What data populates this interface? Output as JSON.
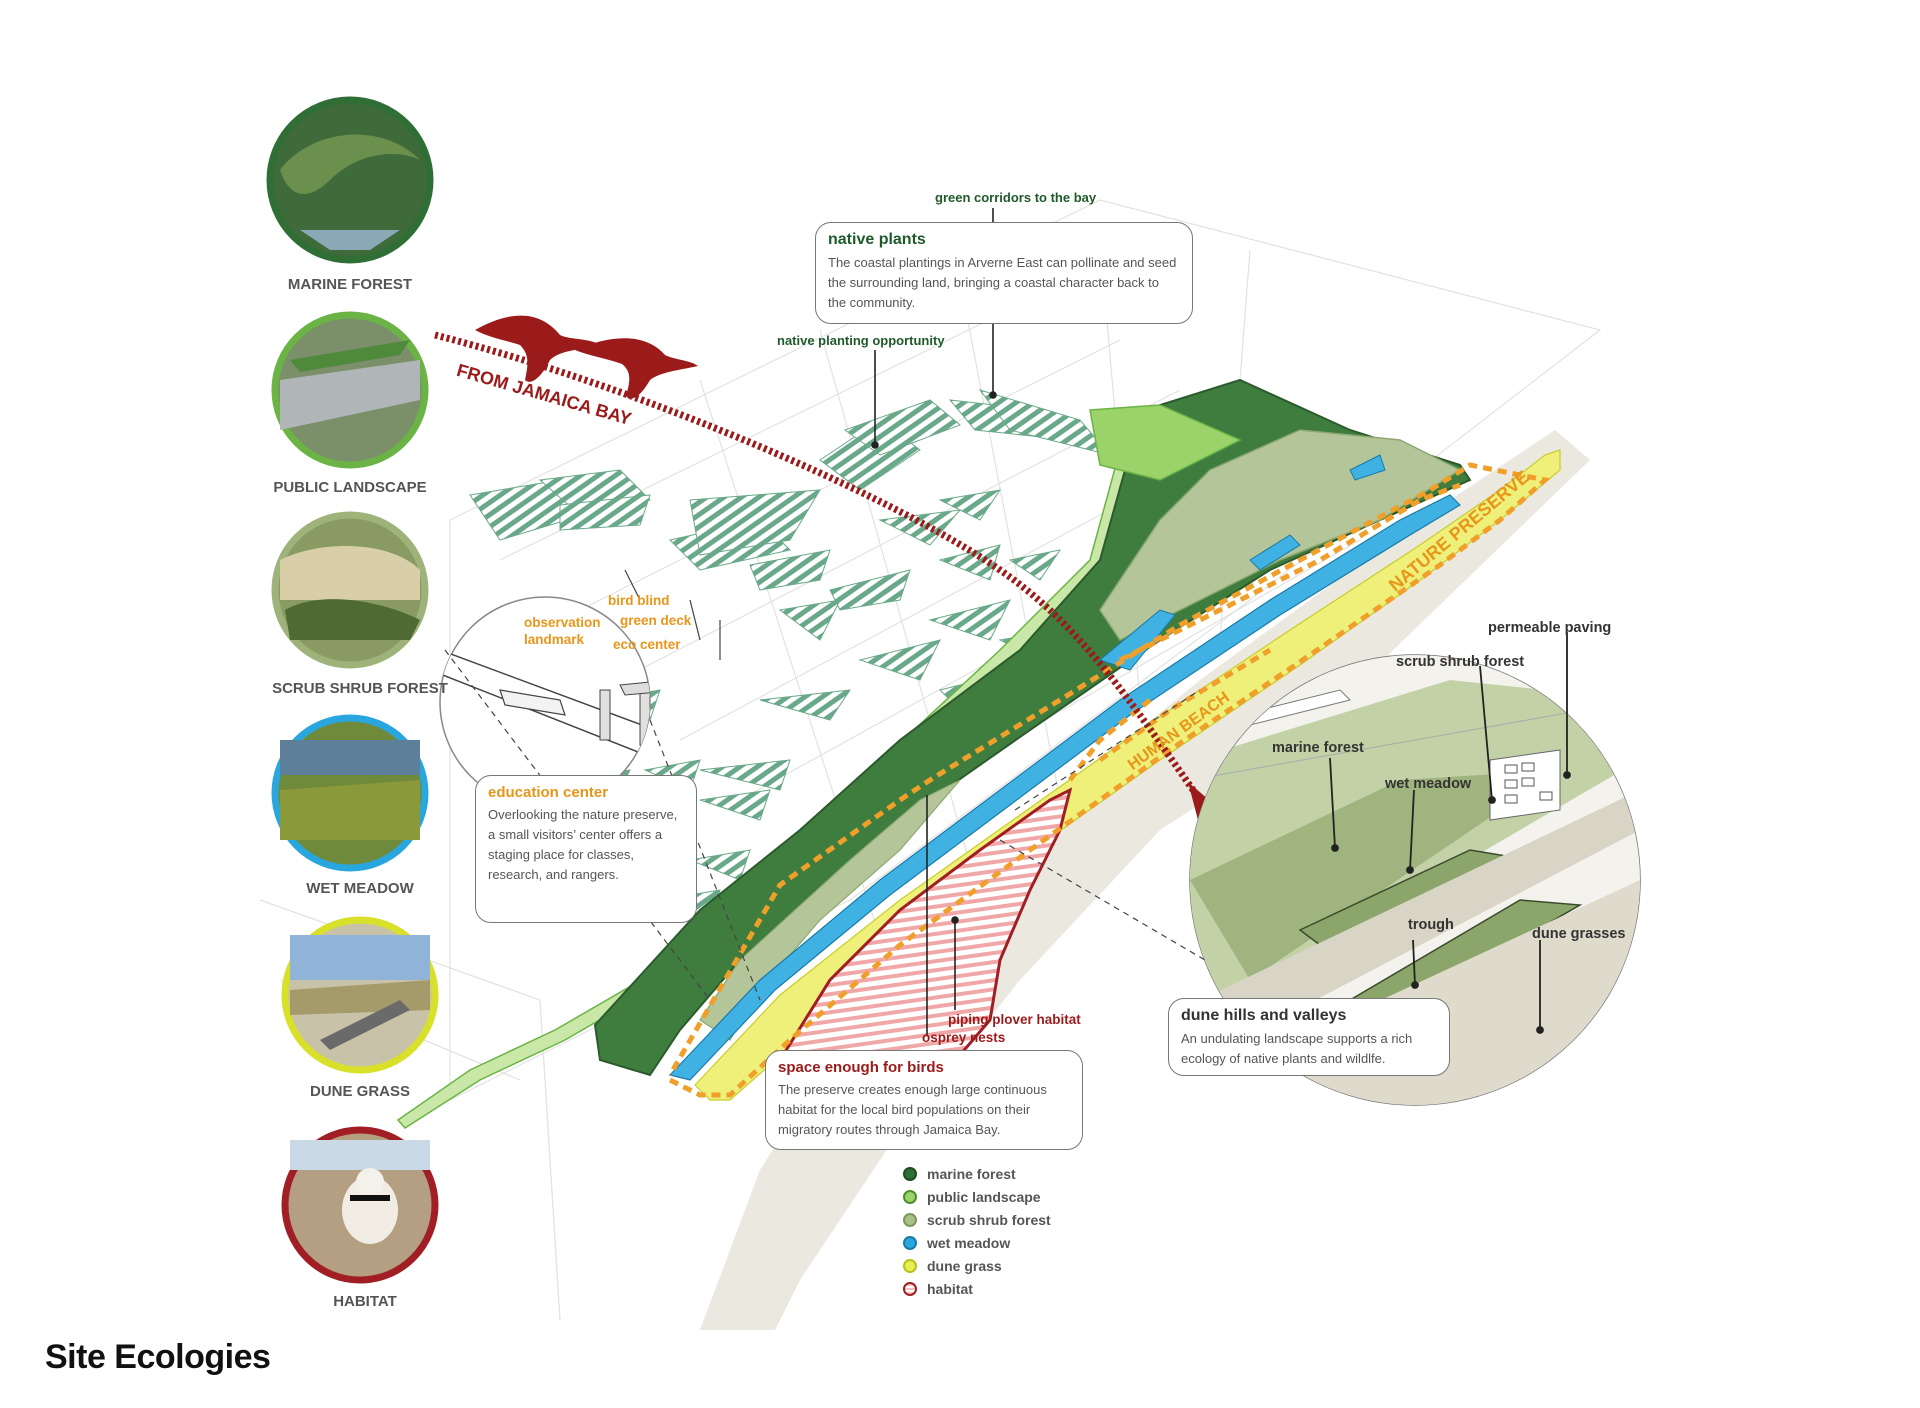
{
  "title": "Site Ecologies",
  "ecologies": [
    {
      "label": "MARINE FOREST",
      "ring": "#2f6e34"
    },
    {
      "label": "PUBLIC LANDSCAPE",
      "ring": "#6ab344"
    },
    {
      "label": "SCRUB SHRUB FOREST",
      "ring": "#9db37a"
    },
    {
      "label": "WET MEADOW",
      "ring": "#2aa6de"
    },
    {
      "label": "DUNE GRASS",
      "ring": "#d9e02a"
    },
    {
      "label": "HABITAT",
      "ring": "#a01e24"
    }
  ],
  "map_labels": {
    "from_jamaica_bay": "FROM JAMAICA BAY",
    "nature_preserve": "NATURE PRESERVE",
    "human_beach": "HUMAN BEACH"
  },
  "callouts": {
    "green_corridors": "green corridors to the bay",
    "native_planting": "native planting opportunity",
    "bird_blind": "bird blind",
    "green_deck": "green deck",
    "observation": "observation",
    "landmark": "landmark",
    "eco_center": "eco center",
    "piping_plover": "piping plover habitat",
    "osprey_nests": "osprey nests",
    "permeable_paving": "permeable paving",
    "scrub_shrub_forest": "scrub shrub forest",
    "marine_forest": "marine forest",
    "wet_meadow": "wet meadow",
    "trough": "trough",
    "dune_grasses": "dune grasses"
  },
  "boxes": {
    "native_plants": {
      "title": "native plants",
      "body": "The coastal plantings in Arverne East can pollinate and seed the surrounding land, bringing a coastal character back to the community."
    },
    "education_center": {
      "title": "education center",
      "body": "Overlooking the nature preserve, a small visitors’ center offers a staging place for classes, research, and rangers."
    },
    "space_for_birds": {
      "title": "space enough for birds",
      "body": "The preserve creates enough large continuous habitat for the local bird populations on their migratory routes through Jamaica Bay."
    },
    "dune_hills": {
      "title": "dune hills and valleys",
      "body": "An undulating landscape supports a rich ecology of native plants and wildlfe."
    }
  },
  "legend": [
    {
      "label": "marine forest",
      "color": "#2f6e34",
      "border": "#1e4a22"
    },
    {
      "label": "public landscape",
      "color": "#9bd36a",
      "border": "#4d8f2c"
    },
    {
      "label": "scrub shrub forest",
      "color": "#a9bf88",
      "border": "#7f9660"
    },
    {
      "label": "wet meadow",
      "color": "#2aa6de",
      "border": "#1a7aa8"
    },
    {
      "label": "dune grass",
      "color": "#e6ee52",
      "border": "#b7c21a"
    },
    {
      "label": "habitat",
      "color": "#f3c2c2",
      "border": "#a01e24"
    }
  ],
  "colors": {
    "marine_forest": "#3f7d3e",
    "public_landscape": "#9bd36a",
    "scrub": "#b4c699",
    "wet_meadow": "#3fb2e3",
    "dune_grass": "#eef07a",
    "habitat_red": "#a01e24",
    "orange_dash": "#f0a02a",
    "sand": "#ebe8df"
  }
}
